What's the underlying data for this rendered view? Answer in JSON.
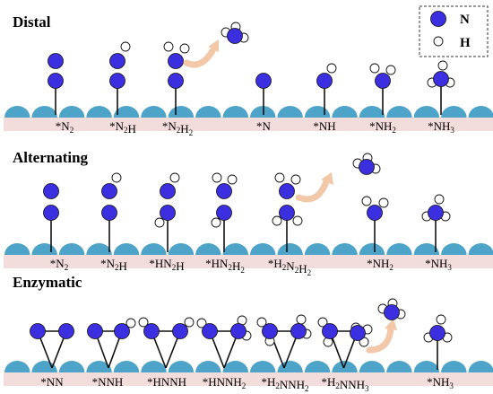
{
  "sections": [
    {
      "title": "Distal",
      "labels": [
        [
          {
            "t": "*N"
          },
          {
            "t": "2",
            "sub": true
          }
        ],
        [
          {
            "t": "*N"
          },
          {
            "t": "2",
            "sub": true
          },
          {
            "t": "H"
          }
        ],
        [
          {
            "t": "*N"
          },
          {
            "t": "2",
            "sub": true
          },
          {
            "t": "H"
          },
          {
            "t": "2",
            "sub": true
          }
        ],
        [
          {
            "t": "*N"
          }
        ],
        [
          {
            "t": "*NH"
          }
        ],
        [
          {
            "t": "*NH"
          },
          {
            "t": "2",
            "sub": true
          }
        ],
        [
          {
            "t": "*NH"
          },
          {
            "t": "3",
            "sub": true
          }
        ]
      ]
    },
    {
      "title": "Alternating",
      "labels": [
        [
          {
            "t": "*N"
          },
          {
            "t": "2",
            "sub": true
          }
        ],
        [
          {
            "t": "*N"
          },
          {
            "t": "2",
            "sub": true
          },
          {
            "t": "H"
          }
        ],
        [
          {
            "t": "*HN"
          },
          {
            "t": "2",
            "sub": true
          },
          {
            "t": "H"
          }
        ],
        [
          {
            "t": "*HN"
          },
          {
            "t": "2",
            "sub": true
          },
          {
            "t": "H"
          },
          {
            "t": "2",
            "sub": true
          }
        ],
        [
          {
            "t": "*H"
          },
          {
            "t": "2",
            "sub": true
          },
          {
            "t": "N"
          },
          {
            "t": "2",
            "sub": true
          },
          {
            "t": "H"
          },
          {
            "t": "2",
            "sub": true
          }
        ],
        [
          {
            "t": "*NH"
          },
          {
            "t": "2",
            "sub": true
          }
        ],
        [
          {
            "t": "*NH"
          },
          {
            "t": "3",
            "sub": true
          }
        ]
      ]
    },
    {
      "title": "Enzymatic",
      "labels": [
        [
          {
            "t": "*NN"
          }
        ],
        [
          {
            "t": "*NNH"
          }
        ],
        [
          {
            "t": "*HNNH"
          }
        ],
        [
          {
            "t": "*HNNH"
          },
          {
            "t": "2",
            "sub": true
          }
        ],
        [
          {
            "t": "*H"
          },
          {
            "t": "2",
            "sub": true
          },
          {
            "t": "NNH"
          },
          {
            "t": "2",
            "sub": true
          }
        ],
        [
          {
            "t": "*H"
          },
          {
            "t": "2",
            "sub": true
          },
          {
            "t": "NNH"
          },
          {
            "t": "3",
            "sub": true
          }
        ],
        [
          {
            "t": "*NH"
          },
          {
            "t": "3",
            "sub": true
          }
        ]
      ]
    }
  ],
  "legend": {
    "n_label": "N",
    "h_label": "H"
  },
  "colors": {
    "nitrogen": "#3b2fe0",
    "hydrogen": "#ffffff",
    "surface_bump": "#4ea3c9",
    "substrate": "#f3dcdc",
    "arrow": "#f2c8a8"
  }
}
